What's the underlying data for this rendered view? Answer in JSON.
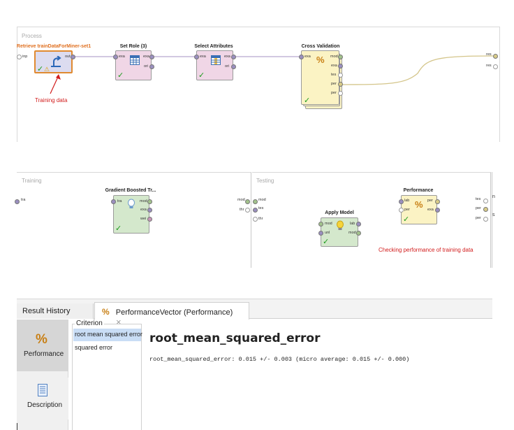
{
  "process_panel": {
    "label": "Process",
    "operators": {
      "retrieve": {
        "title": "Retrieve trainDataForMiner-set1",
        "in_port": "inp",
        "out_port": "out"
      },
      "set_role": {
        "title": "Set Role (3)",
        "in_port": "exa",
        "out_ports": [
          "exa",
          "ori"
        ]
      },
      "select_attributes": {
        "title": "Select Attributes",
        "in_port": "exa",
        "out_ports": [
          "exa",
          "ori"
        ]
      },
      "cross_validation": {
        "title": "Cross Validation",
        "in_port": "exa",
        "out_ports": [
          "mod",
          "exa",
          "tes",
          "per",
          "per"
        ]
      }
    },
    "result_ports": [
      "res",
      "res"
    ],
    "annotation": "Training data"
  },
  "training_panel": {
    "label": "Training",
    "left_port": "tra",
    "right_port": "mod",
    "operator": {
      "title": "Gradient Boosted Tr...",
      "in_port": "tra",
      "out_ports": [
        "mod",
        "exa",
        "wei"
      ]
    }
  },
  "testing_panel": {
    "label": "Testing",
    "left_ports": [
      "mod",
      "tes",
      "thr"
    ],
    "thr_left": "thr",
    "right_ports": [
      "tes",
      "per",
      "per"
    ],
    "apply_model": {
      "title": "Apply Model",
      "in_ports": [
        "mod",
        "unl"
      ],
      "out_ports": [
        "lab",
        "mod"
      ]
    },
    "performance": {
      "title": "Performance",
      "in_ports": [
        "lab",
        "per"
      ],
      "out_ports": [
        "per",
        "exa"
      ]
    },
    "annotation": "Checking performance of training data"
  },
  "results": {
    "tabs": [
      "Result History",
      "PerformanceVector (Performance)"
    ],
    "close_glyph": "×",
    "side_nav": [
      "Performance",
      "Description"
    ],
    "criterion_label": "Criterion",
    "criteria": [
      "root mean squared error",
      "squared error"
    ],
    "heading": "root_mean_squared_error",
    "value_line": "root_mean_squared_error: 0.015 +/- 0.003 (micro average: 0.015 +/- 0.000)"
  },
  "colors": {
    "retrieve_fill": "#dcdcf0",
    "set_role_fill": "#f0d6e6",
    "cross_validation_fill": "#fbf3c4",
    "model_fill": "#d4e8cc",
    "selected_criterion": "#c9ddf5",
    "annotation": "#d21c1c",
    "connection": "#b8a8cf"
  },
  "icons": [
    "warning-icon",
    "checkmark-icon",
    "retrieve-arrow-icon",
    "table-icon",
    "percent-icon",
    "lightbulb-icon",
    "document-icon",
    "close-icon"
  ]
}
